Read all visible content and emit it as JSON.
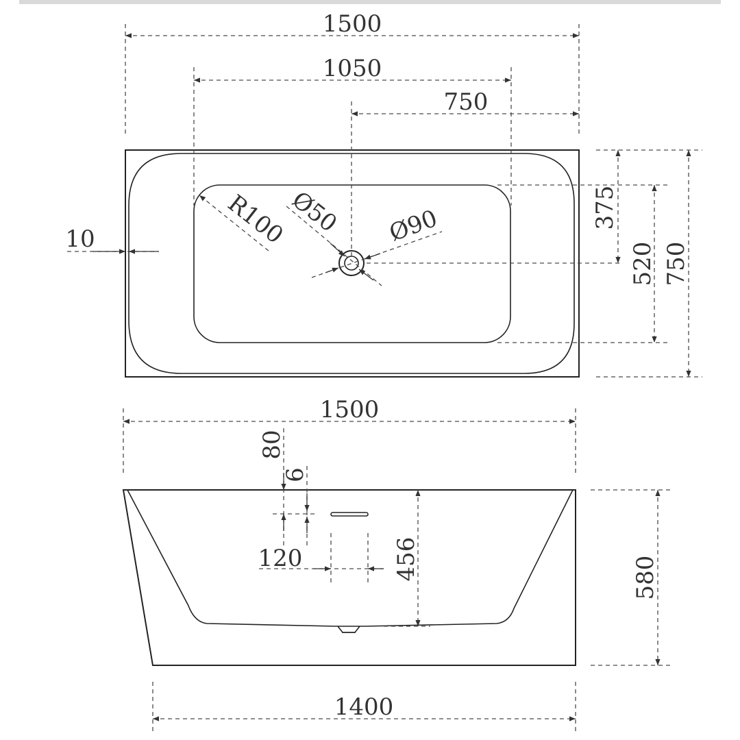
{
  "top_view": {
    "overall_length": "1500",
    "inner_length": "1050",
    "drain_offset_x": "750",
    "rim_thickness": "10",
    "corner_radius": "R100",
    "drain_small_diameter": "Ø50",
    "drain_large_diameter": "Ø90",
    "drain_offset_y": "375",
    "inner_width": "520",
    "overall_width": "750"
  },
  "side_view": {
    "overall_length": "1500",
    "overflow_from_top": "80",
    "overflow_slot_height": "6",
    "overflow_slot_width": "120",
    "inner_depth": "456",
    "overall_height": "580",
    "base_length": "1400"
  },
  "colors": {
    "background": "#ffffff",
    "header_bar": "#d9d9d9",
    "lines": "#222222"
  }
}
